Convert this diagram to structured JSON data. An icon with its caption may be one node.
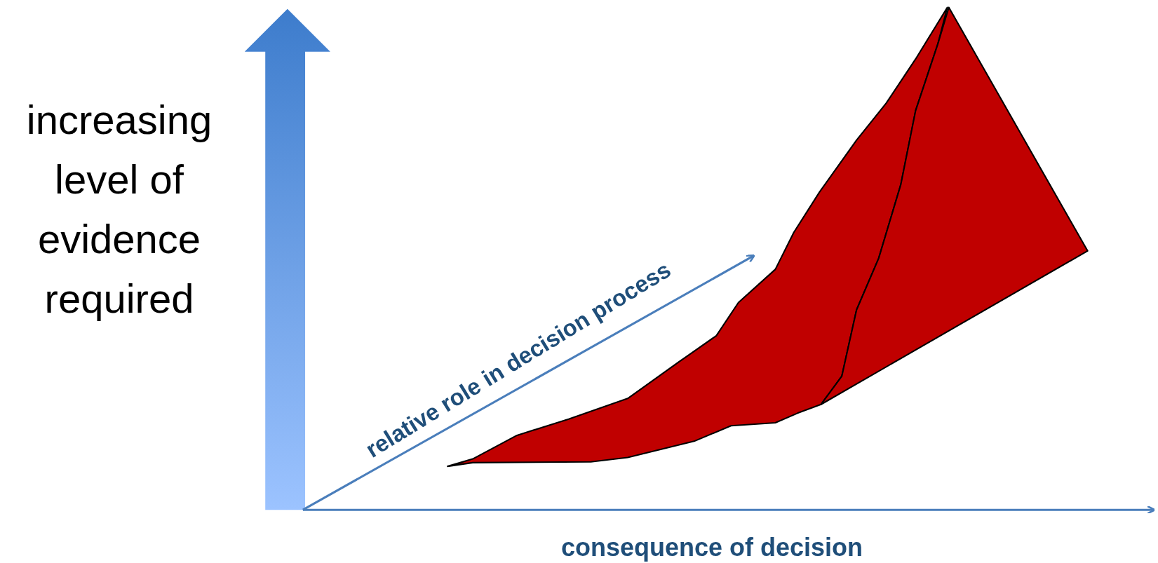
{
  "diagram": {
    "labels": [
      "increasing level of evidence required",
      "relative role in decision process",
      "consequence of decision"
    ]
  }
}
